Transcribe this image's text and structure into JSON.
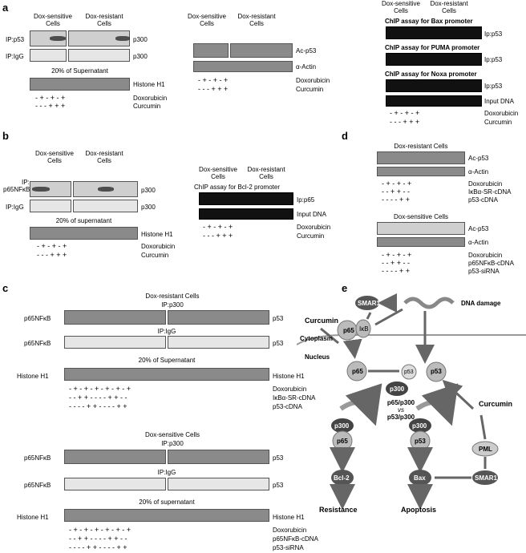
{
  "panel_labels": {
    "a": "a",
    "b": "b",
    "c": "c",
    "d": "d",
    "e": "e"
  },
  "a1": {
    "dox_sens": "Dox-sensitive",
    "dox_res": "Dox-resistant",
    "cells": "Cells",
    "cells2": "Cells",
    "ip_p53": "IP:p53",
    "ip_igg": "IP:IgG",
    "p300_1": "p300",
    "p300_2": "p300",
    "sup": "20% of Supernatant",
    "histone": "Histone H1",
    "dox": "Doxorubicin",
    "cur": "Curcumin",
    "row1": "-  +  -  +  -  +",
    "row2": "-  -  -  +  +  +"
  },
  "a2": {
    "dox_sens": "Dox-sensitive",
    "dox_res": "Dox-resistant",
    "cells": "Cells",
    "cells2": "Cells",
    "acp53": "Ac-p53",
    "actin": "α-Actin",
    "dox": "Doxorubicin",
    "cur": "Curcumin",
    "row1": "-  +  -  +  -  +",
    "row2": "-  -  -  +  +  +"
  },
  "a3": {
    "dox_sens": "Dox-sensitive",
    "dox_res": "Dox-resistant",
    "cells": "Cells",
    "cells2": "Cells",
    "bax": "ChIP assay for Bax promoter",
    "puma": "ChIP assay for PUMA promoter",
    "noxa": "ChIP assay for Noxa promoter",
    "ip1": "Ip:p53",
    "ip2": "Ip:p53",
    "ip3": "Ip:p53",
    "input": "Input DNA",
    "dox": "Doxorubicin",
    "cur": "Curcumin",
    "row1": "-  +  -  +  -  +",
    "row2": "-  -  -  +  +  +"
  },
  "b1": {
    "dox_sens": "Dox-sensitive",
    "dox_res": "Dox-resistant",
    "cells": "Cells",
    "cells2": "Cells",
    "ip": "IP:",
    "ip2": "p65NFκB",
    "ip_igg": "IP:IgG",
    "p300_1": "p300",
    "p300_2": "p300",
    "sup": "20% of supernatant",
    "histone": "Histone H1",
    "dox": "Doxorubicin",
    "cur": "Curcumin",
    "row1": "-  +  -  +  -  +",
    "row2": "-  -  -  +  +  +"
  },
  "b2": {
    "dox_sens": "Dox-sensitive",
    "dox_res": "Dox-resistant",
    "cells": "Cells",
    "cells2": "Cells",
    "chip": "ChIP assay for Bcl-2 promoter",
    "ip": "Ip:p65",
    "input": "Input DNA",
    "dox": "Doxorubicin",
    "cur": "Curcumin",
    "row1": "-  +  -  +  -  +",
    "row2": "-  -  -  +  +  +"
  },
  "d": {
    "res": "Dox-resistant Cells",
    "acp53_1": "Ac-p53",
    "actin_1": "α-Actin",
    "dox1": "Doxorubicin",
    "ikb": "IκBα-SR-cDNA",
    "p53c": "p53-cDNA",
    "r1": "-  +  -  +  -  +",
    "r2": "-  -  +  +  -  -",
    "r3": "-  -  -  -  +  +",
    "sens": "Dox-sensitive Cells",
    "acp53_2": "Ac-p53",
    "actin_2": "α-Actin",
    "dox2": "Doxorubicin",
    "p65c": "p65NFκB-cDNA",
    "sirna": "p53-siRNA",
    "s1": "-  +  -  +  -  +",
    "s2": "-  -  +  +  -  -",
    "s3": "-  -  -  -  +  +"
  },
  "c": {
    "res": "Dox-resistant Cells",
    "ipp300": "IP:p300",
    "p65a": "p65NFκB",
    "p53a": "p53",
    "ipigg": "IP:IgG",
    "p65b": "p65NFκB",
    "p53b": "p53",
    "sup": "20% of Supernatant",
    "h1a": "Histone H1",
    "h1b": "Histone H1",
    "dox": "Doxorubicin",
    "ikb": "IκBα-SR-cDNA",
    "p53c": "p53-cDNA",
    "r1": "-  +  -  +  -  +    -  +  -  +  -  +",
    "r2": "-  -  +  +  -  -    -  -  +  +  -  -",
    "r3": "-  -  -  -  +  +    -  -  -  -  +  +",
    "sens": "Dox-sensitive Cells",
    "ipp300_2": "IP:p300",
    "p65c2": "p65NFκB",
    "p53c2": "p53",
    "ipigg2": "IP:IgG",
    "p65d": "p65NFκB",
    "p53d": "p53",
    "sup2": "20% of supernatant",
    "h1c": "Histone H1",
    "h1d": "Histone H1",
    "dox2": "Doxorubicin",
    "p65cdna": "p65NFκB-cDNA",
    "sirna": "p53-siRNA"
  },
  "e": {
    "smar1": "SMAR1",
    "dna": "DNA damage",
    "curcumin1": "Curcumin",
    "p65": "p65",
    "ikb": "IκB",
    "cyto": "Cytoplasm",
    "nucleus": "Nucleus",
    "p65n": "p65",
    "p53a": "p53",
    "p53b": "p53",
    "p300c": "p300",
    "vs1": "p65/p300",
    "vs2": "vs",
    "vs3": "p53/p300",
    "curcumin2": "Curcumin",
    "pml": "PML",
    "smar1b": "SMAR1",
    "p300l": "p300",
    "p65l": "p65",
    "bcl2": "Bcl-2",
    "resistance": "Resistance",
    "p300r": "p300",
    "p53r": "p53",
    "bax": "Bax",
    "apoptosis": "Apoptosis"
  }
}
